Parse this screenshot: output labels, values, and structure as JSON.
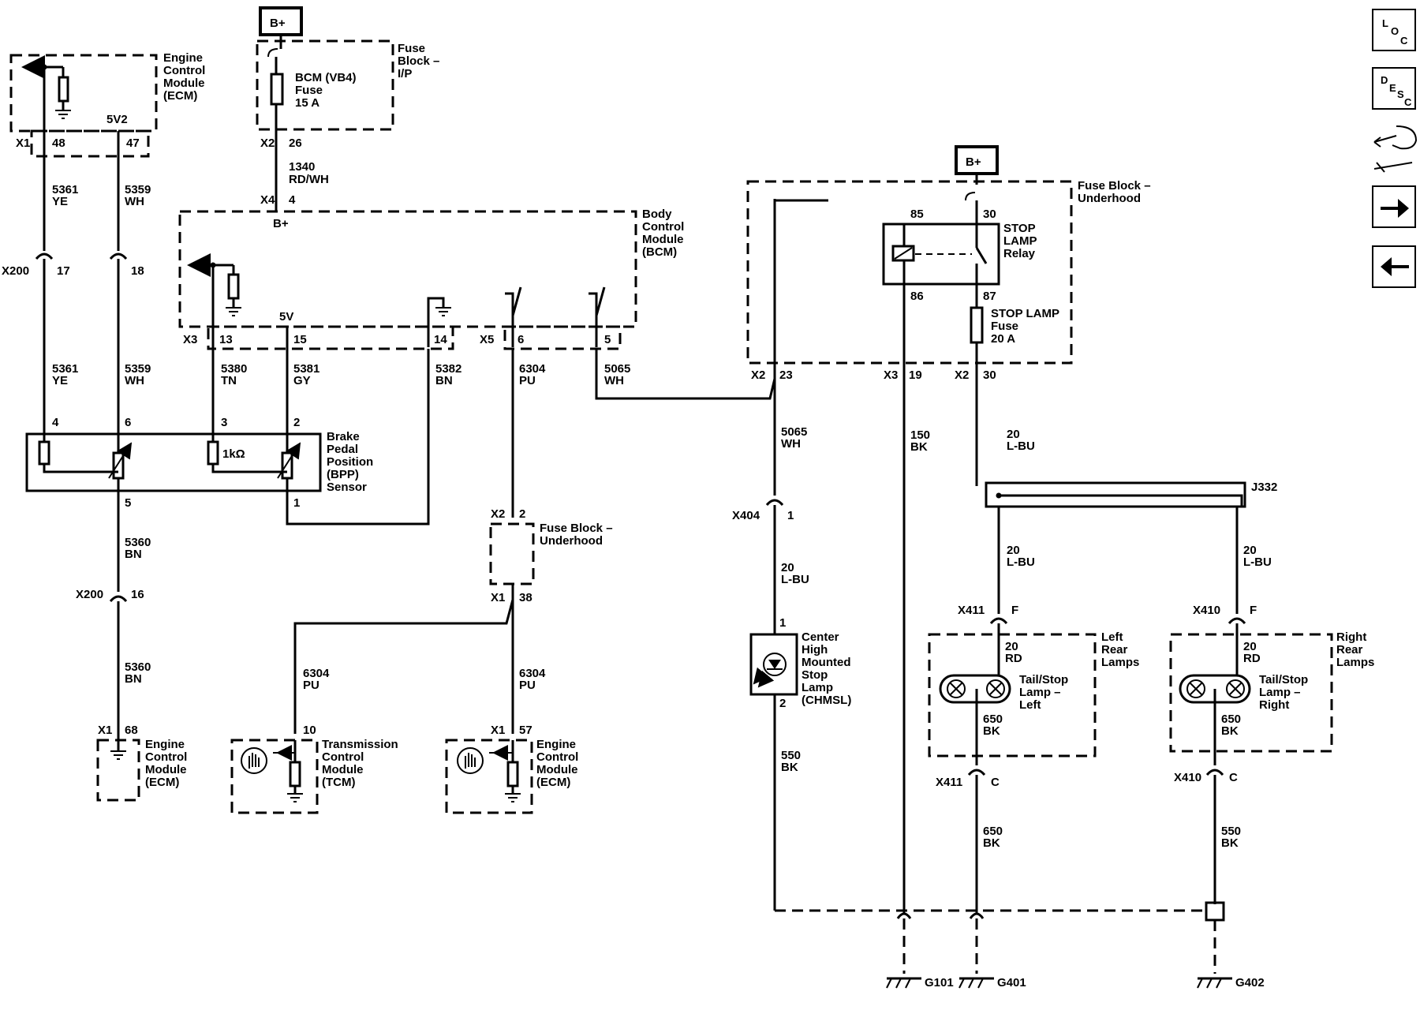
{
  "nav_icons": [
    "loc-icon",
    "desc-icon",
    "connector-tool-icon",
    "next-arrow-icon",
    "prev-arrow-icon"
  ],
  "modules": {
    "ecm_top": [
      "Engine",
      "Control",
      "Module",
      "(ECM)"
    ],
    "fuse_ip": [
      "Fuse",
      "Block –",
      "I/P"
    ],
    "bcm_fuse": [
      "BCM (VB4)",
      "Fuse",
      "15 A"
    ],
    "bcm": [
      "Body",
      "Control",
      "Module",
      "(BCM)"
    ],
    "bpp": [
      "Brake",
      "Pedal",
      "Position",
      "(BPP)",
      "Sensor"
    ],
    "fuse_uh_mid": [
      "Fuse Block –",
      "Underhood"
    ],
    "ecm_bot": [
      "Engine",
      "Control",
      "Module",
      "(ECM)"
    ],
    "tcm": [
      "Transmission",
      "Control",
      "Module",
      "(TCM)"
    ],
    "ecm_bot2": [
      "Engine",
      "Control",
      "Module",
      "(ECM)"
    ],
    "fuse_uh_right": [
      "Fuse Block –",
      "Underhood"
    ],
    "relay": [
      "STOP",
      "LAMP",
      "Relay"
    ],
    "stop_fuse": [
      "STOP LAMP",
      "Fuse",
      "20 A"
    ],
    "chmsl": [
      "Center",
      "High",
      "Mounted",
      "Stop",
      "Lamp",
      "(CHMSL)"
    ],
    "left_rear": [
      "Left",
      "Rear",
      "Lamps"
    ],
    "right_rear": [
      "Right",
      "Rear",
      "Lamps"
    ],
    "tail_left": [
      "Tail/Stop",
      "Lamp –",
      "Left"
    ],
    "tail_right": [
      "Tail/Stop",
      "Lamp –",
      "Right"
    ]
  },
  "labels": {
    "bplus1": "B+",
    "bplus2": "B+",
    "bplus_bcm": "B+",
    "v5v2": "5V2",
    "v5v": "5V",
    "res_1k": "1kΩ",
    "j332": "J332"
  },
  "connectors": {
    "x1": "X1",
    "p48": "48",
    "p47": "47",
    "x2a": "X2",
    "p26": "26",
    "x4": "X4",
    "p4a": "4",
    "x200a": "X200",
    "p17": "17",
    "p18": "18",
    "x3": "X3",
    "p13": "13",
    "p15": "15",
    "p14": "14",
    "x5": "X5",
    "p6": "6",
    "p5": "5",
    "bp4": "4",
    "bp6": "6",
    "bp3": "3",
    "bp2": "2",
    "bp5": "5",
    "bp1": "1",
    "x2b": "X2",
    "p2": "2",
    "x1b": "X1",
    "p38": "38",
    "x200b": "X200",
    "p16": "16",
    "x1c": "X1",
    "p68": "68",
    "p10": "10",
    "x1d": "X1",
    "p57": "57",
    "p85": "85",
    "p30": "30",
    "p86": "86",
    "p87": "87",
    "x2c": "X2",
    "p23": "23",
    "x3b": "X3",
    "p19": "19",
    "x2d": "X2",
    "p30b": "30",
    "x404": "X404",
    "p1": "1",
    "c1": "1",
    "c2": "2",
    "x411a": "X411",
    "pF1": "F",
    "x410a": "X410",
    "pF2": "F",
    "x411b": "X411",
    "pC1": "C",
    "x410b": "X410",
    "pC2": "C"
  },
  "wires": {
    "w5361a": [
      "5361",
      "YE"
    ],
    "w5359a": [
      "5359",
      "WH"
    ],
    "w1340": [
      "1340",
      "RD/WH"
    ],
    "w5361b": [
      "5361",
      "YE"
    ],
    "w5359b": [
      "5359",
      "WH"
    ],
    "w5380": [
      "5380",
      "TN"
    ],
    "w5381": [
      "5381",
      "GY"
    ],
    "w5382": [
      "5382",
      "BN"
    ],
    "w6304a": [
      "6304",
      "PU"
    ],
    "w5065a": [
      "5065",
      "WH"
    ],
    "w5360a": [
      "5360",
      "BN"
    ],
    "w5360b": [
      "5360",
      "BN"
    ],
    "w6304b": [
      "6304",
      "PU"
    ],
    "w6304c": [
      "6304",
      "PU"
    ],
    "w5065b": [
      "5065",
      "WH"
    ],
    "w150": [
      "150",
      "BK"
    ],
    "w20a": [
      "20",
      "L-BU"
    ],
    "w20b": [
      "20",
      "L-BU"
    ],
    "w550a": [
      "550",
      "BK"
    ],
    "w20c": [
      "20",
      "L-BU"
    ],
    "w20d": [
      "20",
      "L-BU"
    ],
    "w20rd1": [
      "20",
      "RD"
    ],
    "w20rd2": [
      "20",
      "RD"
    ],
    "w650a": [
      "650",
      "BK"
    ],
    "w650b": [
      "650",
      "BK"
    ],
    "w650c": [
      "650",
      "BK"
    ],
    "w550b": [
      "550",
      "BK"
    ]
  },
  "grounds": {
    "g101": "G101",
    "g401": "G401",
    "g402": "G402"
  }
}
